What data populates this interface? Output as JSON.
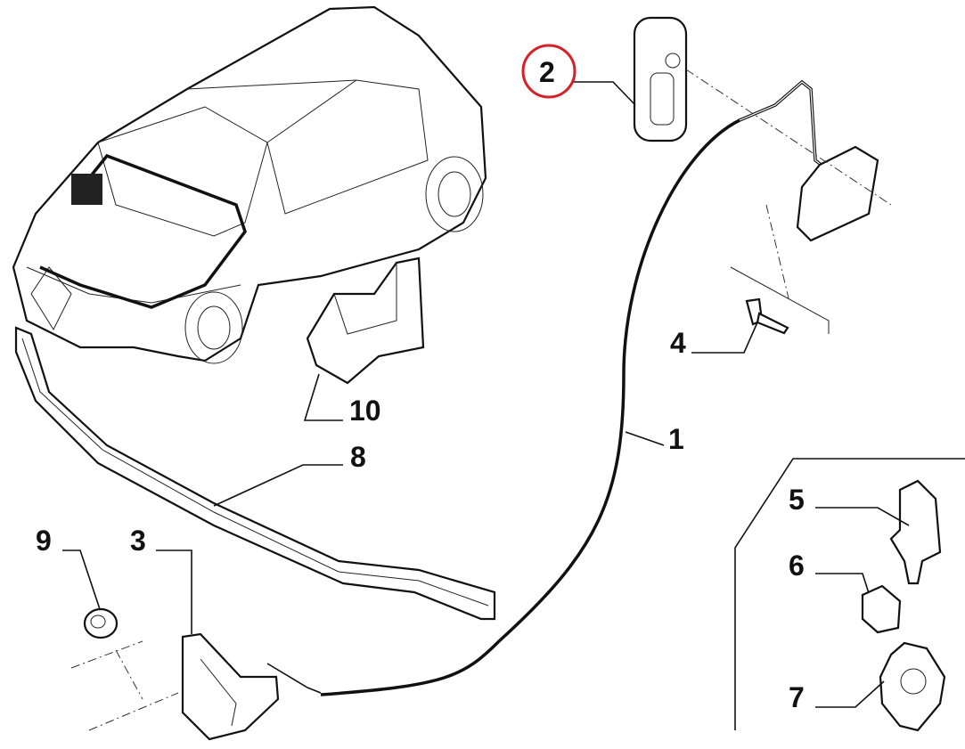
{
  "diagram": {
    "labels": {
      "p1": "1",
      "p2": "2",
      "p3": "3",
      "p4": "4",
      "p5": "5",
      "p6": "6",
      "p7": "7",
      "p8": "8",
      "p9": "9",
      "p10": "10"
    },
    "highlight": {
      "part": "2",
      "color": "#d42027"
    }
  }
}
